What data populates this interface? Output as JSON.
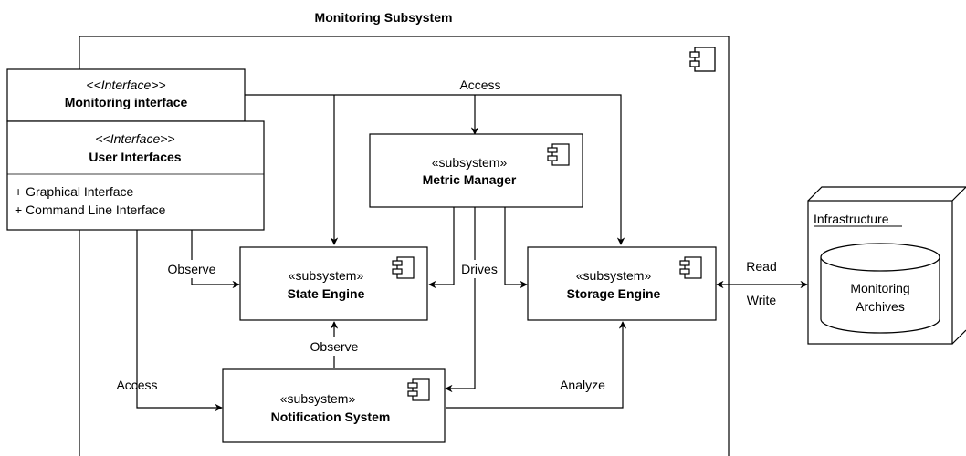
{
  "diagram": {
    "title": "Monitoring Subsystem",
    "monitoring_interface": {
      "stereotype": "<<Interface>>",
      "name": "Monitoring interface"
    },
    "user_interfaces": {
      "stereotype": "<<Interface>>",
      "name": "User Interfaces",
      "members": [
        "+ Graphical Interface",
        "+ Command Line Interface"
      ]
    },
    "components": {
      "metric_manager": {
        "stereotype": "«subsystem»",
        "name": "Metric Manager"
      },
      "state_engine": {
        "stereotype": "«subsystem»",
        "name": "State Engine"
      },
      "storage_engine": {
        "stereotype": "«subsystem»",
        "name": "Storage Engine"
      },
      "notification_system": {
        "stereotype": "«subsystem»",
        "name": "Notification System"
      }
    },
    "infrastructure": {
      "label": "Infrastructure",
      "database": [
        "Monitoring",
        "Archives"
      ]
    },
    "connector_labels": {
      "access_top": "Access",
      "observe_left": "Observe",
      "drives": "Drives",
      "observe_mid": "Observe",
      "access_bottom": "Access",
      "analyze": "Analyze",
      "read": "Read",
      "write": "Write"
    }
  }
}
